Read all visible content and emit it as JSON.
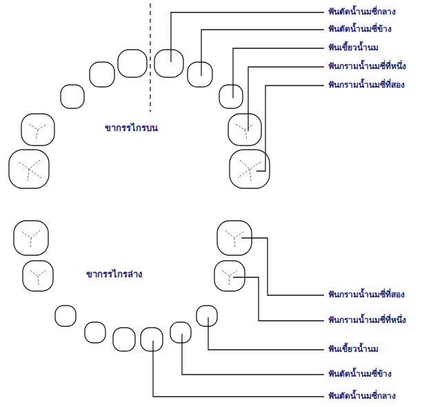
{
  "diagram": {
    "labels": [
      "ฟันตัดน้ำนมซี่กลาง",
      "ฟันตัดน้ำนมซี่ข้าง",
      "ฟันเขี้ยวน้ำนม",
      "ฟันกรามน้ำนมซี่ที่หนึ่ง",
      "ฟันกรามน้ำนมซี่ที่สอง",
      "ขากรรไกรบน",
      "ขากรรไกรล่าง",
      "ฟันกรามน้ำนมซี่ที่สอง",
      "ฟันกรามน้ำนมซี่ที่หนึ่ง",
      "ฟันเขี้ยวน้ำนม",
      "ฟันตัดน้ำนมซี่ข้าง",
      "ฟันตัดน้ำนมซี่กลาง"
    ]
  }
}
